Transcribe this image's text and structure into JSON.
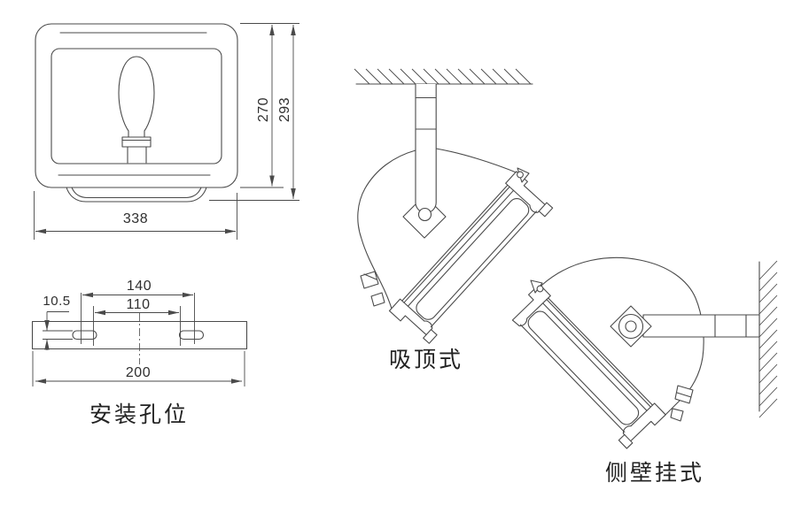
{
  "drawing": {
    "background": "#ffffff",
    "line_color": "#4a4a4a",
    "text_color": "#2f2f2f"
  },
  "front_view": {
    "dim_inner_height": "270",
    "dim_overall_height": "293",
    "dim_width": "338"
  },
  "mounting_plate": {
    "label": "安装孔位",
    "dim_hole_spacing_outer": "140",
    "dim_hole_spacing_inner": "110",
    "dim_slot_width": "10.5",
    "dim_plate_length": "200"
  },
  "ceiling_mount": {
    "label": "吸顶式"
  },
  "wall_mount": {
    "label": "侧壁挂式"
  }
}
